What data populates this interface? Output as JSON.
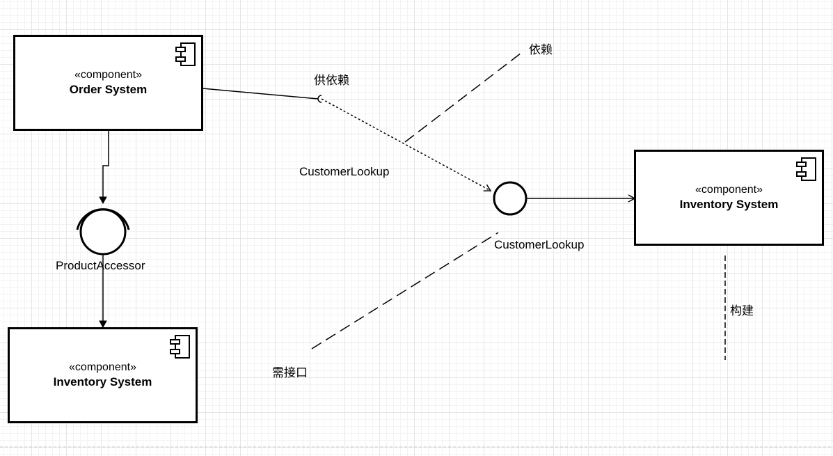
{
  "components": {
    "order": {
      "stereotype": "«component»",
      "name": "Order System"
    },
    "inventory_left": {
      "stereotype": "«component»",
      "name": "Inventory System"
    },
    "inventory_right": {
      "stereotype": "«component»",
      "name": "Inventory System"
    }
  },
  "interfaces": {
    "product_accessor": "ProductAccessor",
    "customer_lookup_left": "CustomerLookup",
    "customer_lookup_right": "CustomerLookup"
  },
  "annotations": {
    "provided_dependency": "供依赖",
    "dependency": "依赖",
    "required_interface": "需接口",
    "build": "构建"
  },
  "colors": {
    "stroke": "#000000",
    "grid": "#e6e6e6",
    "background": "#ffffff"
  }
}
